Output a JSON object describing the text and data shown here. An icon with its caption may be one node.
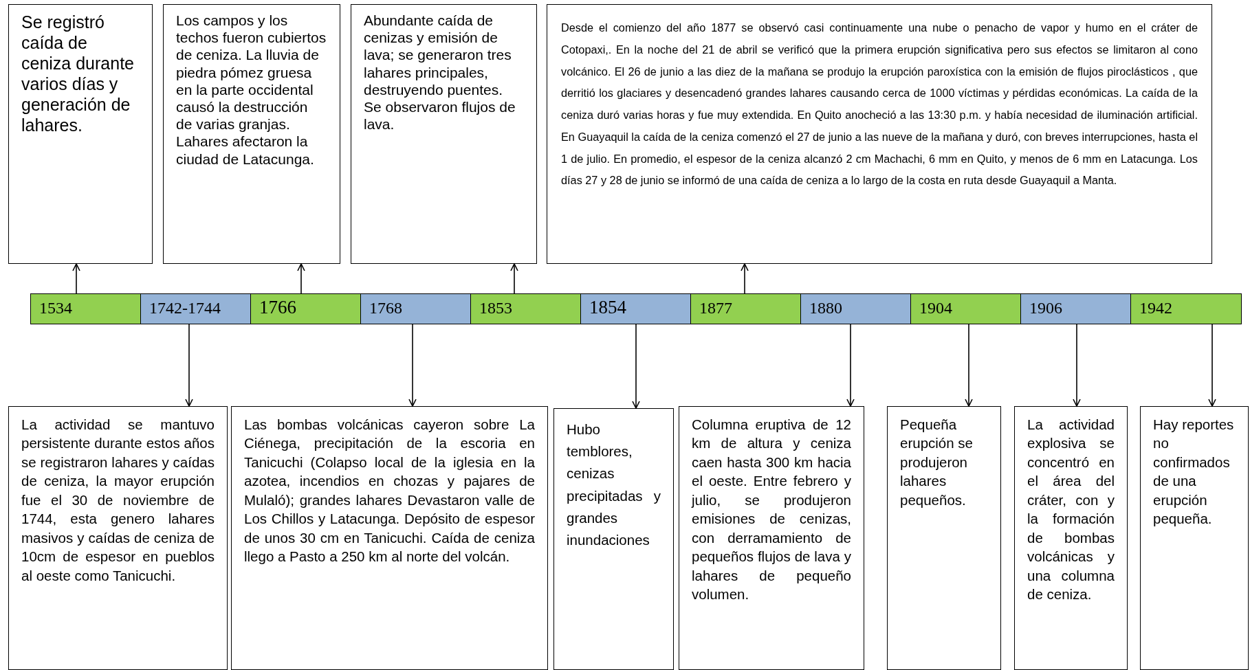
{
  "diagram": {
    "nodes": [
      {
        "text": [
          "Se registró caída de ceniza durante varios días y generación de lahares."
        ]
      },
      {
        "text": [
          "Los campos y los techos fueron cubiertos de ceniza. La lluvia de piedra pómez gruesa en la parte occidental causó la destrucción de varias granjas. Lahares afectaron la ciudad de Latacunga."
        ]
      },
      {
        "text": [
          "Abundante caída de cenizas y emisión de lava; se generaron tres lahares principales, destruyendo puentes. Se observaron flujos de lava."
        ]
      },
      {
        "text": [
          "Desde el comienzo del año 1877 se observó casi continuamente una nube o penacho de vapor y humo en el cráter de Cotopaxi,. En la noche del 21 de abril se verificó que la primera erupción significativa pero sus efectos se limitaron al cono volcánico. El 26 de junio a las diez de la mañana se produjo la erupción paroxística con la emisión de flujos piroclásticos , que derritió los glaciares y desencadenó grandes lahares causando cerca de 1000 víctimas y pérdidas económicas. La caída de la ceniza duró varias horas y fue muy extendida. En Quito anocheció a las 13:30 p.m. y había necesidad de iluminación artificial. En Guayaquil la caída de la ceniza comenzó el 27 de junio a las nueve de la mañana y duró, con breves interrupciones, hasta el 1 de julio. En promedio, el espesor de la ceniza alcanzó 2 cm Machachi, 6 mm en Quito, y menos de 6 mm en Latacunga. Los días 27 y 28 de junio se informó de una caída de ceniza a lo largo de la costa en ruta desde Guayaquil a Manta."
        ]
      },
      {
        "text": [
          "1534"
        ]
      },
      {
        "text": [
          "1742-1744"
        ]
      },
      {
        "text": [
          "1766"
        ]
      },
      {
        "text": [
          "1768"
        ]
      },
      {
        "text": [
          "1853"
        ]
      },
      {
        "text": [
          "1854"
        ]
      },
      {
        "text": [
          "1877"
        ]
      },
      {
        "text": [
          "1880"
        ]
      },
      {
        "text": [
          "1904"
        ]
      },
      {
        "text": [
          "1906"
        ]
      },
      {
        "text": [
          "1942"
        ]
      },
      {
        "text": [
          "La actividad se mantuvo persistente durante estos años se registraron lahares y caídas de ceniza, la mayor erupción fue el 30 de noviembre de 1744, esta genero lahares masivos y caídas de ceniza de 10cm de espesor en pueblos al oeste como Tanicuchi."
        ]
      },
      {
        "text": [
          "Las bombas volcánicas cayeron sobre La Ciénega, precipitación de la escoria en Tanicuchi (Colapso local de la iglesia en la azotea, incendios en chozas y pajares de Mulaló); grandes lahares Devastaron valle de Los Chillos y Latacunga. Depósito de espesor de unos 30 cm en Tanicuchi. Caída de ceniza llego a Pasto a 250 km al norte del volcán."
        ]
      },
      {
        "text": [
          "Hubo temblores, cenizas precipitadas y grandes inundaciones"
        ]
      },
      {
        "text": [
          "Columna eruptiva de 12 km de altura y ceniza caen hasta 300 km hacia el oeste. Entre febrero y julio, se produjeron emisiones de cenizas, con derramamiento de pequeños flujos de lava y lahares de pequeño volumen."
        ]
      },
      {
        "text": [
          "Pequeña erupción se produjeron lahares pequeños."
        ]
      },
      {
        "text": [
          "La actividad explosiva se concentró en el área del cráter, con y la formación de bombas volcánicas y una columna de ceniza."
        ]
      },
      {
        "text": [
          "Hay reportes no confirmados de una erupción pequeña."
        ]
      }
    ],
    "edges": [
      {
        "from": 4,
        "to": 0,
        "arrow": "to"
      },
      {
        "from": 6,
        "to": 1,
        "arrow": "to"
      },
      {
        "from": 8,
        "to": 2,
        "arrow": "to"
      },
      {
        "from": 10,
        "to": 3,
        "arrow": "to"
      },
      {
        "from": 5,
        "to": 15,
        "arrow": "to"
      },
      {
        "from": 7,
        "to": 16,
        "arrow": "to"
      },
      {
        "from": 9,
        "to": 17,
        "arrow": "to"
      },
      {
        "from": 11,
        "to": 18,
        "arrow": "to"
      },
      {
        "from": 12,
        "to": 19,
        "arrow": "to"
      },
      {
        "from": 13,
        "to": 20,
        "arrow": "to"
      },
      {
        "from": 14,
        "to": 21,
        "arrow": "to"
      }
    ]
  }
}
